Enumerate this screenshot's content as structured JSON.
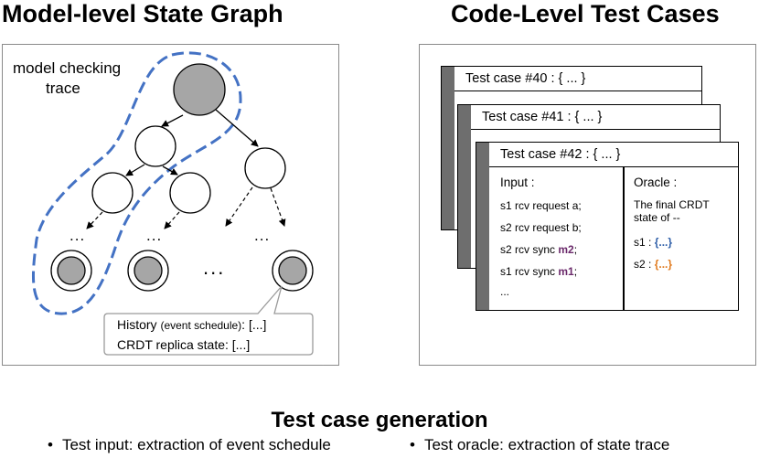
{
  "left": {
    "title": "Model-level State Graph",
    "trace_label_line1": "model checking",
    "trace_label_line2": "trace",
    "dots": "...",
    "middle_dots": "...",
    "callout": {
      "history_label": "History",
      "history_note": "(event schedule)",
      "history_value": ": [...]",
      "crdt_line": "CRDT replica state: [...]"
    }
  },
  "right": {
    "title": "Code-Level Test Cases",
    "cards": [
      {
        "header": "Test case #40 : { ... }"
      },
      {
        "header": "Test case #41 : { ... }"
      },
      {
        "header": "Test case #42 : { ... }"
      }
    ],
    "input": {
      "label": "Input :",
      "lines": [
        "s1 rcv request a;",
        "s2 rcv request b;",
        "s2 rcv sync ",
        "s1 rcv sync ",
        "..."
      ],
      "msg_m2": "m2",
      "msg_m1": "m1",
      "semicolon": ";"
    },
    "oracle": {
      "label": "Oracle :",
      "line1": "The final CRDT",
      "line2": "state of --",
      "s1_label": "s1 : ",
      "s1_value": "{...}",
      "s2_label": "s2 : ",
      "s2_value": "{...}"
    }
  },
  "bottom": {
    "title": "Test case generation",
    "bullet_symbol": "•",
    "bullet1": "Test input: extraction of event schedule",
    "bullet2": "Test oracle: extraction of state trace"
  },
  "colors": {
    "trace_dash": "#4472c4",
    "node_fill": "#a6a6a6",
    "bar": "#6e6e6e",
    "purple": "#6b2a6b",
    "blue": "#2f5fa8",
    "orange": "#e07b1f"
  }
}
